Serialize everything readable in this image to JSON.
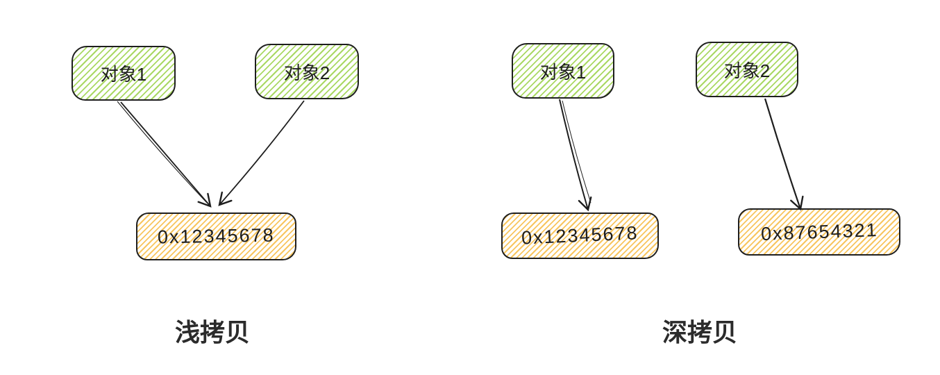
{
  "colors": {
    "background": "#ffffff",
    "stroke": "#1e1e1e",
    "green_hatch": "#a9d863",
    "orange_hatch": "#f8c55e",
    "caption_text": "#2b2b2b"
  },
  "diagrams": [
    {
      "caption": "浅拷贝",
      "objects": [
        {
          "label": "对象1"
        },
        {
          "label": "对象2"
        }
      ],
      "addresses": [
        {
          "label": "0x12345678"
        }
      ],
      "arrows": [
        {
          "from": "对象1",
          "to": "0x12345678"
        },
        {
          "from": "对象2",
          "to": "0x12345678"
        }
      ]
    },
    {
      "caption": "深拷贝",
      "objects": [
        {
          "label": "对象1"
        },
        {
          "label": "对象2"
        }
      ],
      "addresses": [
        {
          "label": "0x12345678"
        },
        {
          "label": "0x87654321"
        }
      ],
      "arrows": [
        {
          "from": "对象1",
          "to": "0x12345678"
        },
        {
          "from": "对象2",
          "to": "0x87654321"
        }
      ]
    }
  ]
}
